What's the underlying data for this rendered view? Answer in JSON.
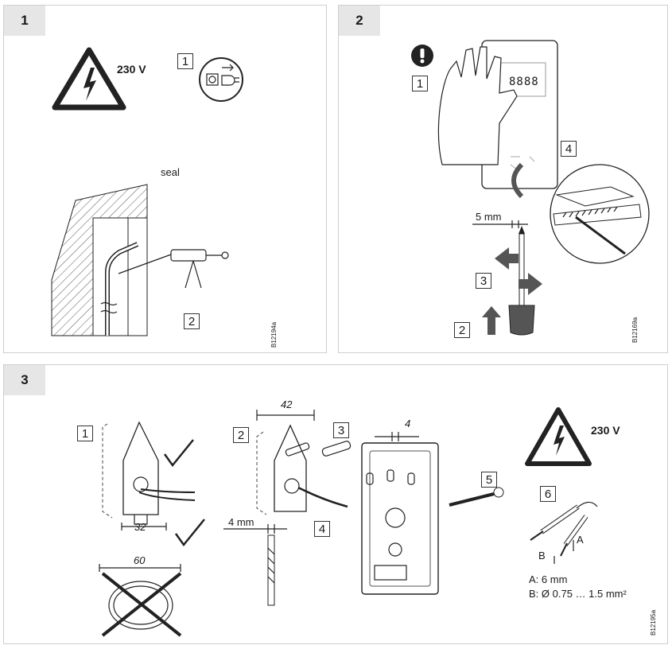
{
  "panels": [
    {
      "number": "1",
      "steps": [
        "1",
        "2"
      ],
      "warning_voltage": "230 V",
      "seal_label": "seal",
      "code": "B12194a"
    },
    {
      "number": "2",
      "steps": [
        "1",
        "2",
        "3",
        "4"
      ],
      "gap_label": "5 mm",
      "display_text": "8888",
      "code": "B12169a"
    },
    {
      "number": "3",
      "steps": [
        "1",
        "2",
        "3",
        "4",
        "5",
        "6"
      ],
      "warning_voltage": "230 V",
      "dims": {
        "d32": "32",
        "d60": "60",
        "d42": "42",
        "d4": "4",
        "drill": "4 mm",
        "A": "A",
        "B": "B"
      },
      "specs": [
        "A: 6 mm",
        "B: Ø 0.75 … 1.5 mm²"
      ],
      "code": "B12195a"
    }
  ],
  "icons": [
    "electric-warning-icon",
    "unplug-icon",
    "attention-icon",
    "checkmark-icon",
    "cross-icon",
    "screwdriver-icon",
    "drill-bit-icon"
  ]
}
